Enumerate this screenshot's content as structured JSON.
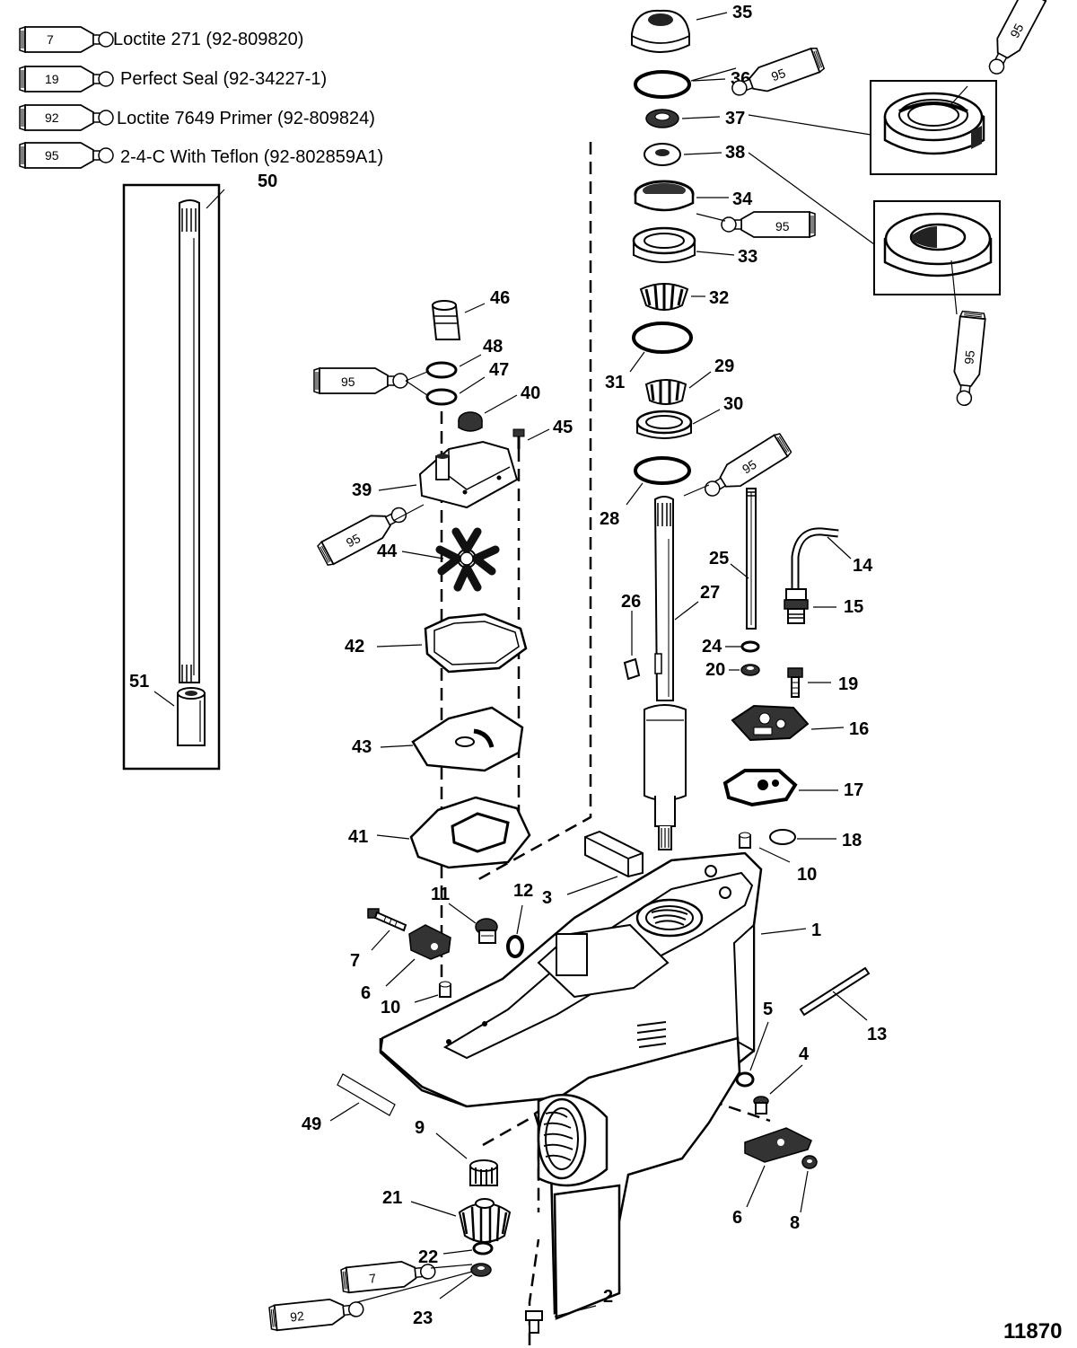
{
  "legend": [
    {
      "num": "7",
      "text": "Loctite 271 (92-809820)"
    },
    {
      "num": "19",
      "text": "Perfect Seal (92-34227-1)"
    },
    {
      "num": "92",
      "text": "Loctite 7649 Primer (92-809824)"
    },
    {
      "num": "95",
      "text": "2-4-C  With Teflon  (92-802859A1)"
    }
  ],
  "tubes": {
    "t95": "95",
    "t92": "92",
    "t7": "7"
  },
  "callouts": {
    "c1": "1",
    "c2": "2",
    "c3": "3",
    "c4": "4",
    "c5": "5",
    "c6a": "6",
    "c6b": "6",
    "c7": "7",
    "c8": "8",
    "c9": "9",
    "c10a": "10",
    "c10b": "10",
    "c11": "11",
    "c12": "12",
    "c13": "13",
    "c14": "14",
    "c15": "15",
    "c16": "16",
    "c17": "17",
    "c18": "18",
    "c19": "19",
    "c20": "20",
    "c21": "21",
    "c22": "22",
    "c23": "23",
    "c24": "24",
    "c25": "25",
    "c26": "26",
    "c27": "27",
    "c28": "28",
    "c29": "29",
    "c30": "30",
    "c31": "31",
    "c32": "32",
    "c33": "33",
    "c34": "34",
    "c35": "35",
    "c36": "36",
    "c37": "37",
    "c38": "38",
    "c39": "39",
    "c40": "40",
    "c41": "41",
    "c42": "42",
    "c43": "43",
    "c44": "44",
    "c45": "45",
    "c46": "46",
    "c47": "47",
    "c48": "48",
    "c49": "49",
    "c50": "50",
    "c51": "51"
  },
  "reference_number": "11870"
}
